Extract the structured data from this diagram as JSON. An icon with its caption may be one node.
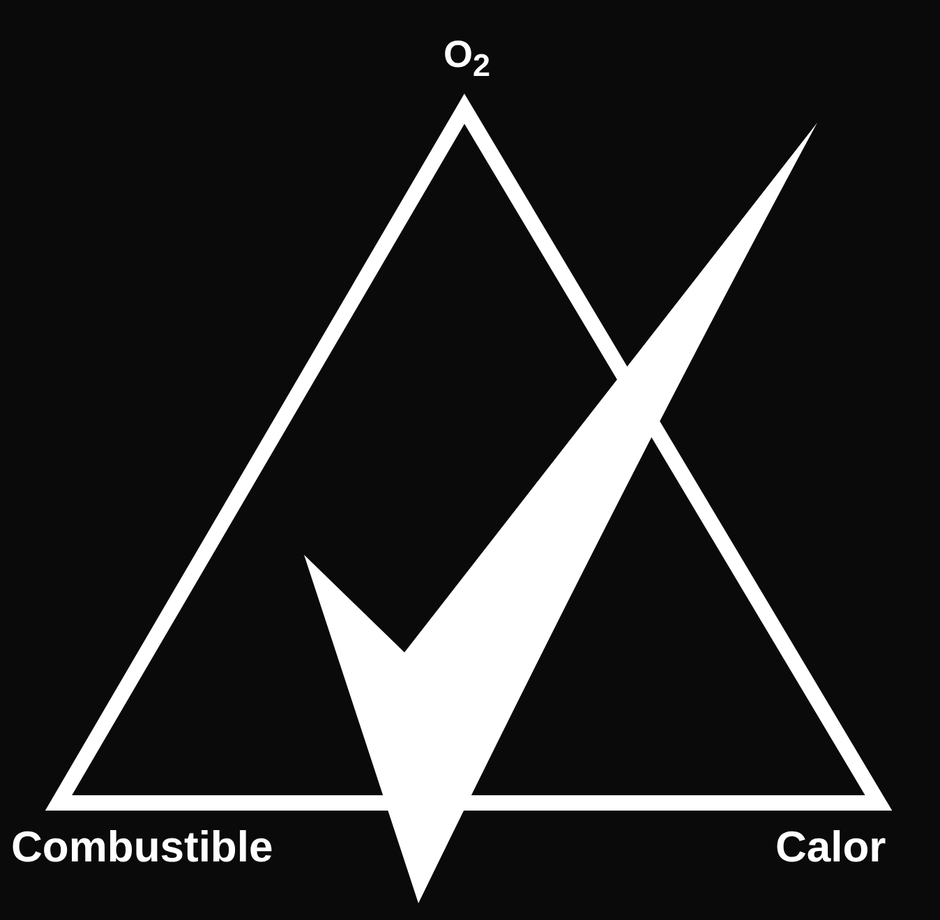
{
  "diagram": {
    "labels": [
      "O$_{2}$",
      "Combustible",
      "Calor"
    ]
  }
}
